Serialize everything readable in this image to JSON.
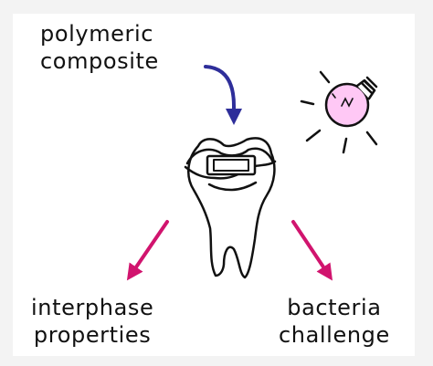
{
  "labels": {
    "top": {
      "line1": "polymeric",
      "line2": "composite"
    },
    "bottom_left": {
      "line1": "interphase",
      "line2": "properties"
    },
    "bottom_right": {
      "line1": "bacteria",
      "line2": "challenge"
    }
  },
  "colors": {
    "composite_arrow": "#2e2e9a",
    "outcome_arrows": "#d1146e",
    "bulb_glass": "#ffc8f5",
    "outline": "#111111"
  },
  "icons": {
    "tooth": "tooth-icon",
    "filling": "filling-icon",
    "light_bulb": "light-bulb-icon"
  }
}
